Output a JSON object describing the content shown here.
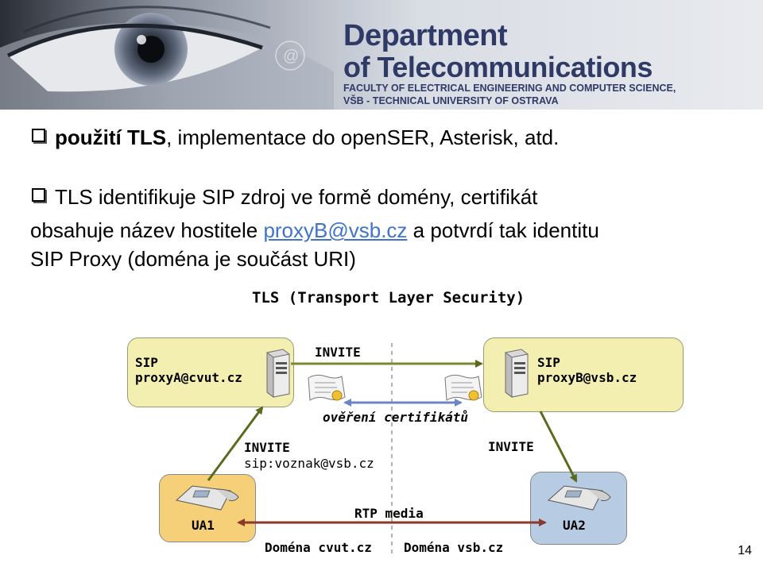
{
  "header": {
    "brand_line1": "Department",
    "brand_line2": "of Telecommunications",
    "brand_line3": "FACULTY OF ELECTRICAL ENGINEERING AND COMPUTER SCIENCE,",
    "brand_line4": "VŠB - TECHNICAL UNIVERSITY OF OSTRAVA"
  },
  "bullets": [
    {
      "bold": "použití TLS",
      "rest": ", implementace do openSER, Asterisk, atd."
    },
    {
      "line1": "TLS identifikuje SIP zdroj ve formě domény, certifikát",
      "line2_start": "obsahuje název hostitele ",
      "link": "proxyB@vsb.cz",
      "line2_end": " a potvrdí tak identitu",
      "line3": "SIP Proxy (doména je součást URI)"
    }
  ],
  "diagram": {
    "title": "TLS (Transport Layer Security)",
    "proxy_a": {
      "line1": "SIP",
      "line2": "proxyA@cvut.cz"
    },
    "proxy_b": {
      "line1": "SIP",
      "line2": "proxyB@vsb.cz"
    },
    "invite_top": "INVITE",
    "cert_verification": "ověření certifikátů",
    "invite_left": "INVITE",
    "invite_left_uri": "sip:voznak@vsb.cz",
    "invite_right": "INVITE",
    "rtp": "RTP media",
    "ua1": "UA1",
    "ua2": "UA2",
    "domain_left": "Doména cvut.cz",
    "domain_right": "Doména vsb.cz"
  },
  "colors": {
    "proxy_fill": "#f2efb0",
    "ua1_fill": "#f6cf79",
    "ua2_fill": "#b7cbe2",
    "sip_arrow": "#7b8a2e",
    "cert_arrow": "#6b86c2",
    "invite_arrow": "#5a6a1e",
    "rtp_arrow": "#8a3a2a",
    "link": "#3f74c8"
  },
  "page_number": "14"
}
